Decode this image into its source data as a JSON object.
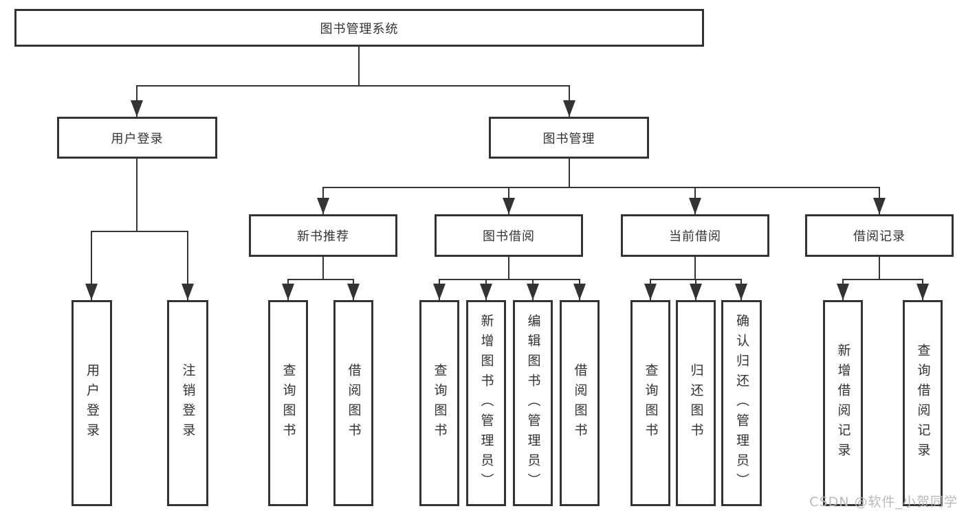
{
  "colors": {
    "line": "#333333",
    "box_background": "#ffffff",
    "text": "#333333",
    "watermark": "#b6b6b6"
  },
  "watermark": {
    "text": "CSDN @软件_小贺同学"
  },
  "tree": {
    "root": "图书管理系统",
    "level2": [
      {
        "label": "用户登录",
        "children": [
          "用户登录",
          "注销登录"
        ]
      },
      {
        "label": "图书管理",
        "children": [
          {
            "label": "新书推荐",
            "children": [
              "查询图书",
              "借阅图书"
            ]
          },
          {
            "label": "图书借阅",
            "children": [
              "查询图书",
              "新增图书（管理员）",
              "编辑图书（管理员）",
              "借阅图书"
            ]
          },
          {
            "label": "当前借阅",
            "children": [
              "查询图书",
              "归还图书",
              "确认归还（管理员）"
            ]
          },
          {
            "label": "借阅记录",
            "children": [
              "新增借阅记录",
              "查询借阅记录"
            ]
          }
        ]
      }
    ]
  }
}
